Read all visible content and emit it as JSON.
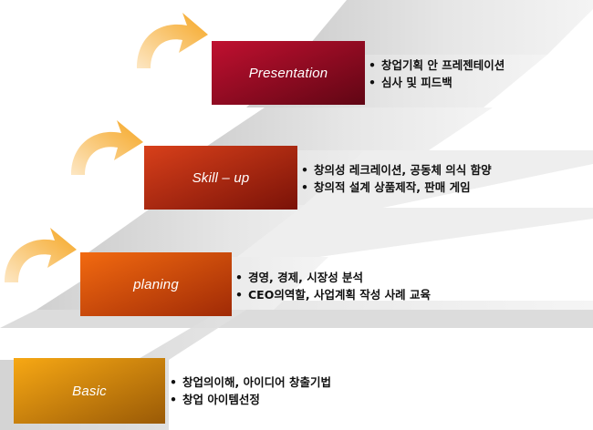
{
  "steps": [
    {
      "label": "Presentation",
      "color": "#8a0a1f",
      "bullets": [
        "창업기획 안 프레젠테이션",
        "심사 및 피드백"
      ]
    },
    {
      "label": "Skill – up",
      "color": "#a8200f",
      "bullets": [
        "창의성 레크레이션, 공동체 의식 함양",
        "창의적 설계 상품제작, 판매 게임"
      ]
    },
    {
      "label": "planing",
      "color": "#d9470c",
      "bullets": [
        "경영, 경제, 시장성 분석",
        "CEO의역할, 사업계획 작성 사례 교육"
      ]
    },
    {
      "label": "Basic",
      "color": "#f09a10",
      "bullets": [
        "창업의이해, 아이디어 창출기법",
        "창업 아이템선정"
      ]
    }
  ],
  "bullet_char": "•",
  "colors": {
    "stair_light": "#e8e8e8",
    "stair_dark": "#b8b8b8",
    "arrow": "#f5a623"
  }
}
